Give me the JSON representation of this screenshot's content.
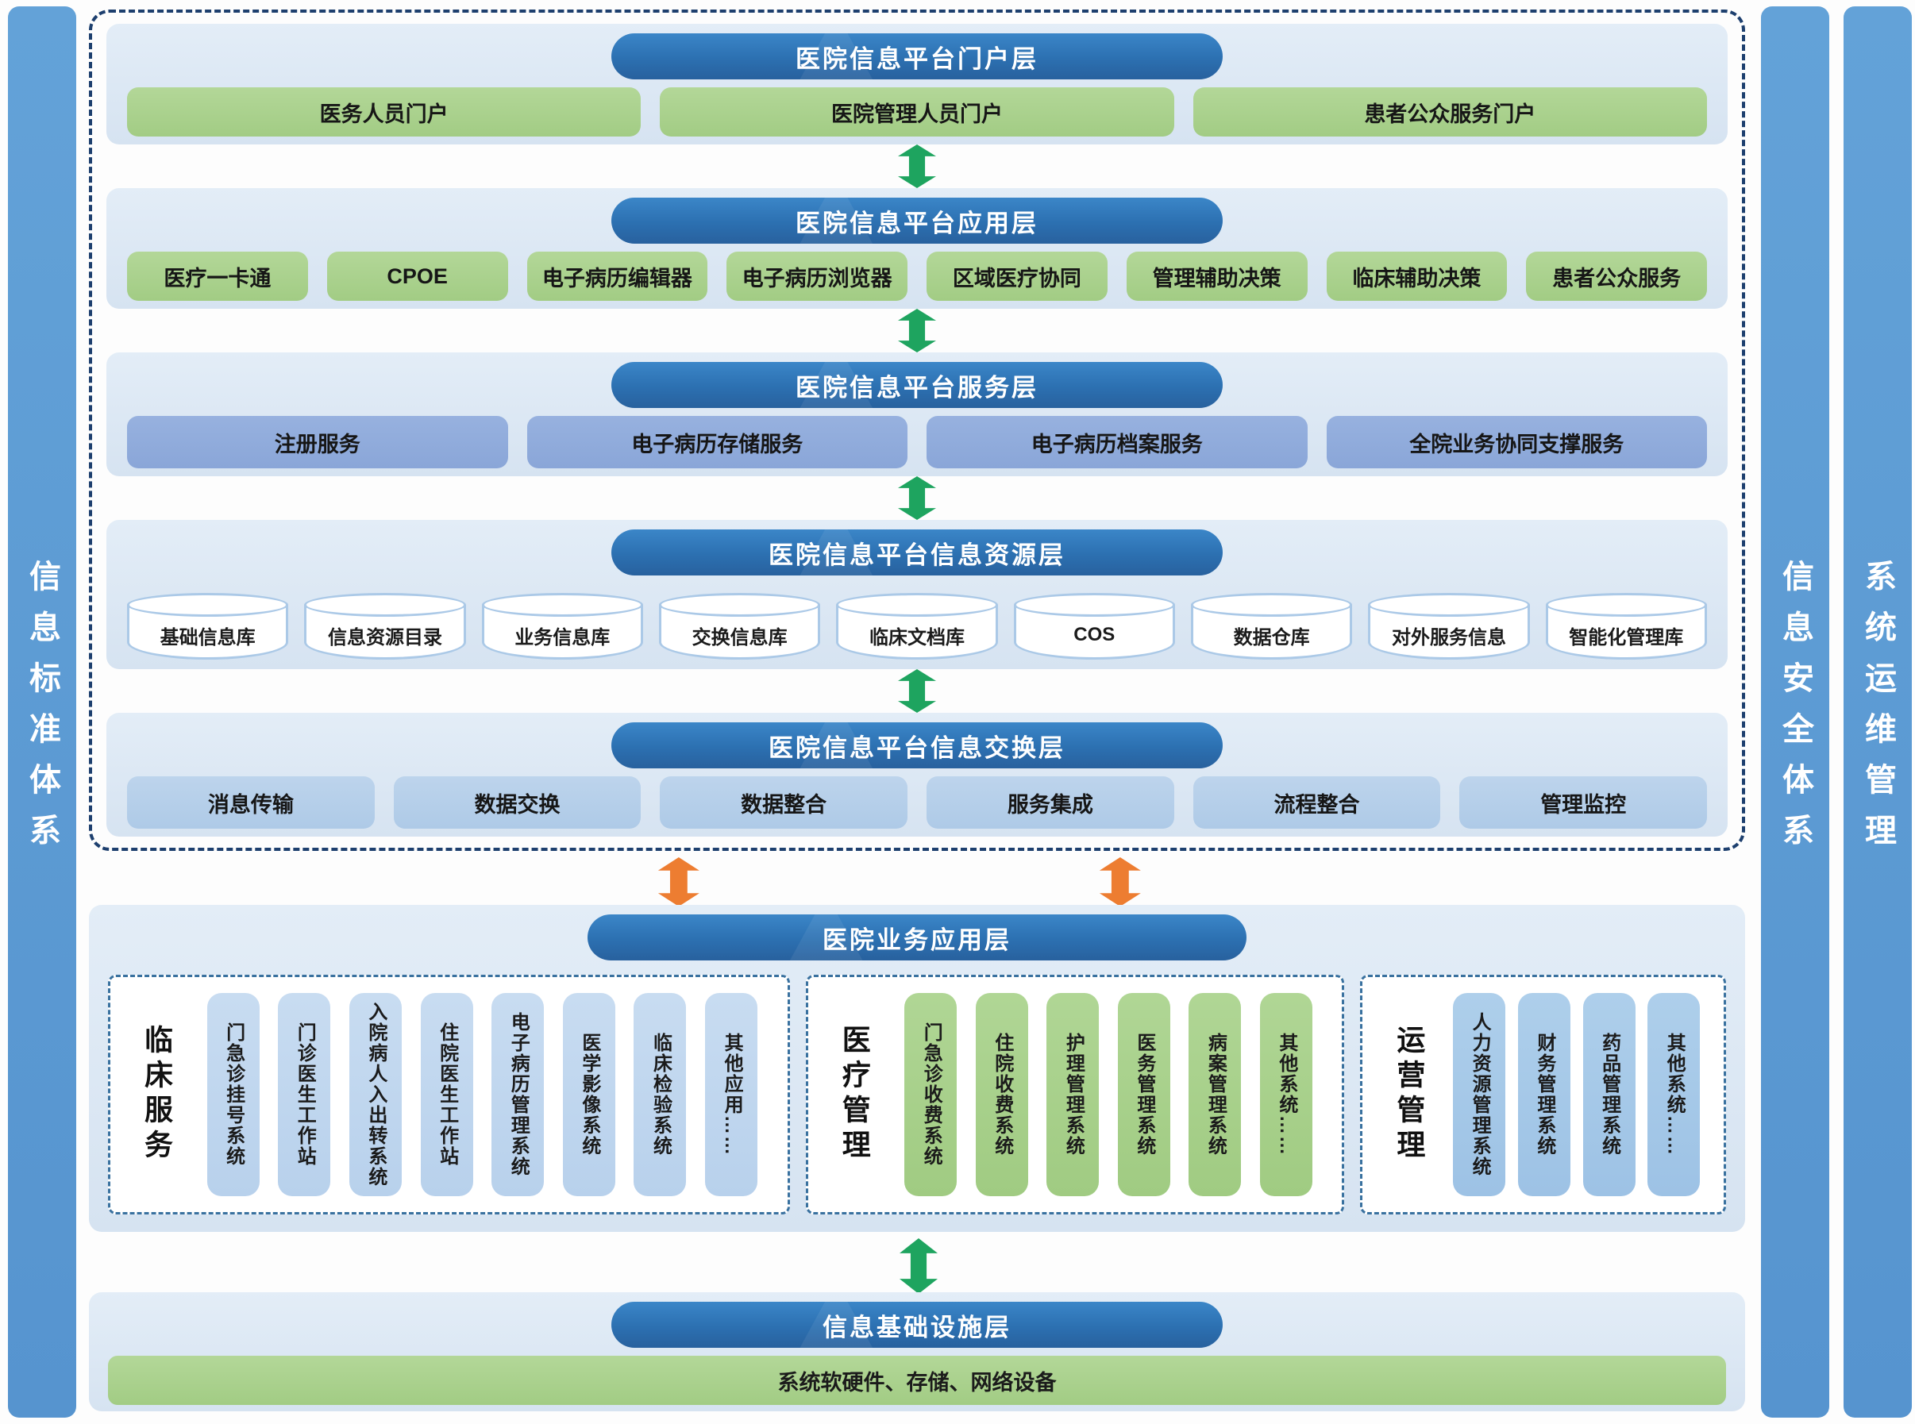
{
  "side_bars": {
    "standards": "信息标准体系",
    "security": "信息安全体系",
    "operations": "系统运维管理"
  },
  "portal_layer": {
    "title": "医院信息平台门户层",
    "items": [
      "医务人员门户",
      "医院管理人员门户",
      "患者公众服务门户"
    ]
  },
  "application_layer": {
    "title": "医院信息平台应用层",
    "items": [
      "医疗一卡通",
      "CPOE",
      "电子病历编辑器",
      "电子病历浏览器",
      "区域医疗协同",
      "管理辅助决策",
      "临床辅助决策",
      "患者公众服务"
    ]
  },
  "service_layer": {
    "title": "医院信息平台服务层",
    "items": [
      "注册服务",
      "电子病历存储服务",
      "电子病历档案服务",
      "全院业务协同支撑服务"
    ]
  },
  "resource_layer": {
    "title": "医院信息平台信息资源层",
    "items": [
      "基础信息库",
      "信息资源目录",
      "业务信息库",
      "交换信息库",
      "临床文档库",
      "COS",
      "数据仓库",
      "对外服务信息",
      "智能化管理库"
    ]
  },
  "exchange_layer": {
    "title": "医院信息平台信息交换层",
    "items": [
      "消息传输",
      "数据交换",
      "数据整合",
      "服务集成",
      "流程整合",
      "管理监控"
    ]
  },
  "business_layer": {
    "title": "医院业务应用层",
    "groups": [
      {
        "label": "临床服务",
        "items": [
          "门急诊挂号系统",
          "门诊医生工作站",
          "入院病人入出转系统",
          "住院医生工作站",
          "电子病历管理系统",
          "医学影像系统",
          "临床检验系统",
          "其他应用……"
        ]
      },
      {
        "label": "医疗管理",
        "items": [
          "门急诊收费系统",
          "住院收费系统",
          "护理管理系统",
          "医务管理系统",
          "病案管理系统",
          "其他系统……"
        ]
      },
      {
        "label": "运营管理",
        "items": [
          "人力资源管理系统",
          "财务管理系统",
          "药品管理系统",
          "其他系统……"
        ]
      }
    ]
  },
  "infrastructure_layer": {
    "title": "信息基础设施层",
    "item": "系统软硬件、存储、网络设备"
  },
  "colors": {
    "title_blue": "#2e75b6",
    "panel_blue": "#dbe7f4",
    "pill_green": "#a9d18e",
    "pill_slate_blue": "#8eaadb",
    "pill_light_blue": "#b5cee9",
    "sidebar_blue": "#5b9bd5",
    "arrow_green": "#1ea45f",
    "arrow_orange": "#ed7d31"
  }
}
